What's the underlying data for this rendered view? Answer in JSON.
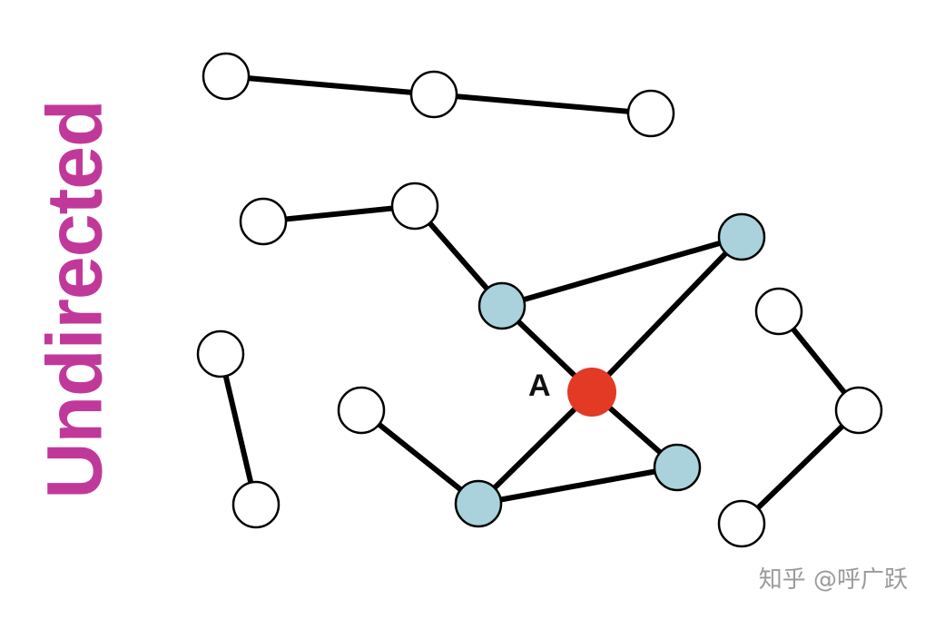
{
  "title": "Undirected",
  "watermark": "知乎 @呼广跃",
  "highlight_label": "A",
  "colors": {
    "title": "#c0399a",
    "highlight_node": "#e23a25",
    "neighbor_node": "#a9d2dc",
    "plain_node": "#ffffff",
    "edge": "#000000"
  },
  "nodes": [
    {
      "id": "n1",
      "role": "plain"
    },
    {
      "id": "n2",
      "role": "plain"
    },
    {
      "id": "n3",
      "role": "plain"
    },
    {
      "id": "n4",
      "role": "plain"
    },
    {
      "id": "n5",
      "role": "plain"
    },
    {
      "id": "b1",
      "role": "neighbor"
    },
    {
      "id": "b2",
      "role": "neighbor"
    },
    {
      "id": "A",
      "role": "highlight"
    },
    {
      "id": "b3",
      "role": "neighbor"
    },
    {
      "id": "b4",
      "role": "neighbor"
    },
    {
      "id": "n6",
      "role": "plain"
    },
    {
      "id": "n7",
      "role": "plain"
    },
    {
      "id": "n8",
      "role": "plain"
    },
    {
      "id": "n9",
      "role": "plain"
    },
    {
      "id": "n10",
      "role": "plain"
    },
    {
      "id": "n11",
      "role": "plain"
    }
  ],
  "edges": [
    [
      "n1",
      "n2"
    ],
    [
      "n2",
      "n3"
    ],
    [
      "n4",
      "n5"
    ],
    [
      "n5",
      "b1"
    ],
    [
      "b1",
      "b2"
    ],
    [
      "b1",
      "A"
    ],
    [
      "b2",
      "A"
    ],
    [
      "A",
      "b3"
    ],
    [
      "A",
      "b4"
    ],
    [
      "b3",
      "b4"
    ],
    [
      "n6",
      "b3"
    ],
    [
      "n7",
      "n8"
    ],
    [
      "n9",
      "n10"
    ],
    [
      "n10",
      "n11"
    ]
  ]
}
